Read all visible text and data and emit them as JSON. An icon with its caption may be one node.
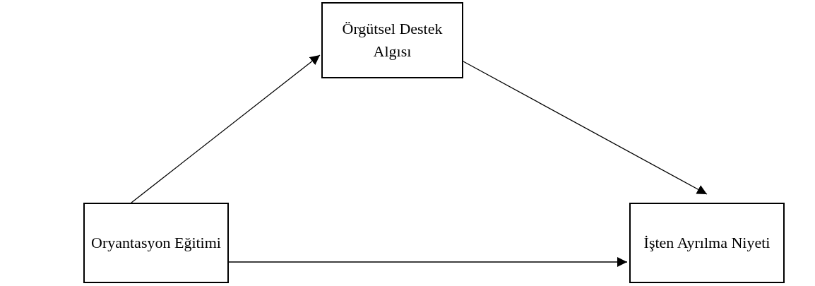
{
  "diagram": {
    "nodes": [
      {
        "text": [
          "Örgütsel Destek Algısı"
        ]
      },
      {
        "text": [
          "Oryantasyon Eğitimi"
        ]
      },
      {
        "text": [
          "İşten Ayrılma Niyeti"
        ]
      }
    ],
    "edges": [
      {
        "from": 1,
        "to": 0,
        "arrow": "to"
      },
      {
        "from": 0,
        "to": 2,
        "arrow": "to"
      },
      {
        "from": 1,
        "to": 2,
        "arrow": "to"
      }
    ]
  }
}
